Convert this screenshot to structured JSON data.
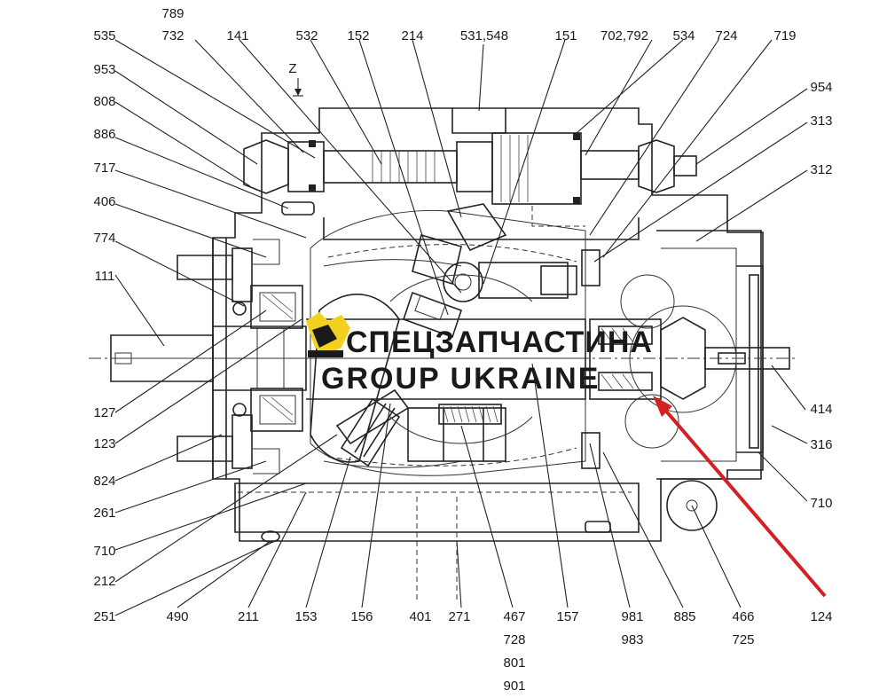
{
  "watermark": {
    "line1": "СПЕЦЗАПЧАСТИНА",
    "line2": "GROUP UKRAINE"
  },
  "view_marker": "Z",
  "highlight_color": "#d42020",
  "labels_top": [
    "789",
    "535",
    "732",
    "141",
    "532",
    "152",
    "214",
    "531,548",
    "151",
    "702,792",
    "534",
    "724",
    "719"
  ],
  "labels_left": [
    "953",
    "808",
    "886",
    "717",
    "406",
    "774",
    "111",
    "127",
    "123",
    "824",
    "261",
    "710",
    "212",
    "251"
  ],
  "labels_right": [
    "954",
    "313",
    "312",
    "414",
    "316",
    "710"
  ],
  "labels_bottom": [
    "490",
    "211",
    "153",
    "156",
    "401",
    "271",
    "467",
    "728",
    "801",
    "901",
    "157",
    "981",
    "983",
    "885",
    "466",
    "725",
    "124"
  ]
}
